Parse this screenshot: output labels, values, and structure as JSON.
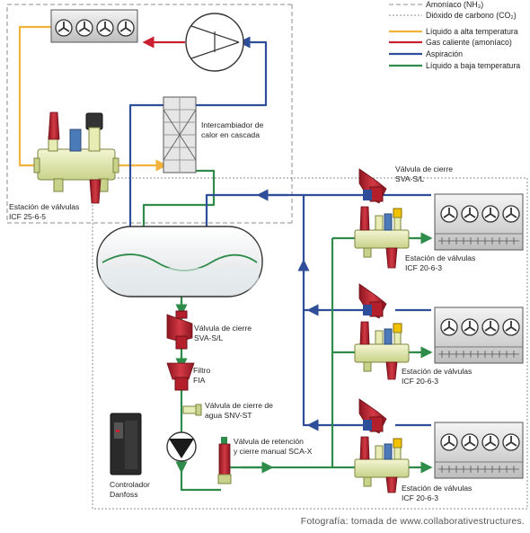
{
  "legend": {
    "items": [
      {
        "label": "Amoníaco (NH₃)",
        "style": "dashed",
        "color": "#8c8c8c"
      },
      {
        "label": "Dióxido de carbono (CO₂)",
        "style": "dotted",
        "color": "#8c8c8c"
      },
      {
        "label": "Líquido a alta temperatura",
        "style": "solid",
        "color": "#f2b33d"
      },
      {
        "label": "Gas caliente (amoníaco)",
        "style": "solid",
        "color": "#c8202f"
      },
      {
        "label": "Aspiración",
        "style": "solid",
        "color": "#2e4e9a"
      },
      {
        "label": "Líquido a baja temperatura",
        "style": "solid",
        "color": "#2e8b4a"
      }
    ]
  },
  "labels": {
    "heat_exchanger_1": "Intercambiador de",
    "heat_exchanger_2": "calor en cascada",
    "icf_main_1": "Estación de válvulas",
    "icf_main_2": "ICF 25-6-5",
    "sva_top_1": "Válvula de cierre",
    "sva_top_2": "SVA-S/L",
    "icf_r1_1": "Estación de válvulas",
    "icf_r1_2": "ICF 20-6-3",
    "icf_r2_1": "Estación de válvulas",
    "icf_r2_2": "ICF 20-6-3",
    "icf_r3_1": "Estación de válvulas",
    "icf_r3_2": "ICF 20-6-3",
    "sva_mid_1": "Válvula de cierre",
    "sva_mid_2": "SVA-S/L",
    "filter_1": "Filtro",
    "filter_2": "FIA",
    "snv_1": "Válvula de cierre de",
    "snv_2": "agua SNV-ST",
    "sca_1": "Válvula de retención",
    "sca_2": "y cierre manual SCA-X",
    "controller_1": "Controlador",
    "controller_2": "Danfoss"
  },
  "caption": "Fotografía: tomada de www.collaborativestructures.",
  "colors": {
    "high_temp_liquid": "#f2b33d",
    "hot_gas": "#c8202f",
    "suction": "#2e4e9a",
    "low_temp_liquid": "#2e8b4a",
    "valve_body": "#e6ecb4",
    "valve_red": "#b3202c"
  },
  "icons": [
    "fan-icon",
    "compressor-icon",
    "pump-icon",
    "controller-icon"
  ]
}
